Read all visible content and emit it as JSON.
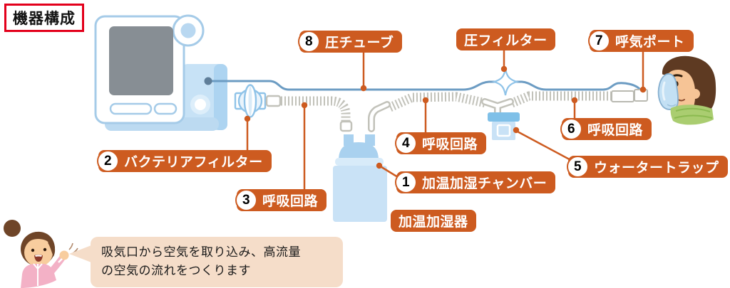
{
  "title": "機器構成",
  "labels": {
    "chamber": {
      "num": "1",
      "text": "加温加湿チャンバー"
    },
    "bacteria_filter": {
      "num": "2",
      "text": "バクテリアフィルター"
    },
    "circuit_3": {
      "num": "3",
      "text": "呼吸回路"
    },
    "circuit_4": {
      "num": "4",
      "text": "呼吸回路"
    },
    "water_trap": {
      "num": "5",
      "text": "ウォータートラップ"
    },
    "circuit_6": {
      "num": "6",
      "text": "呼吸回路"
    },
    "exhalation_port": {
      "num": "7",
      "text": "呼気ポート"
    },
    "pressure_tube": {
      "num": "8",
      "text": "圧チューブ"
    },
    "pressure_filter": {
      "text": "圧フィルター"
    },
    "humidifier": {
      "text": "加温加湿器"
    }
  },
  "note": "吸気口から空気を取り込み、高流量\nの空気の流れをつくります",
  "colors": {
    "accent_orange": "#cd5b20",
    "title_red": "#e3001b",
    "bubble_bg": "#f5ddc9",
    "device_blue": "#c7e2f6",
    "pressure_tube_blue": "#6c9cc3",
    "circuit_gray": "#c2c2ba"
  }
}
